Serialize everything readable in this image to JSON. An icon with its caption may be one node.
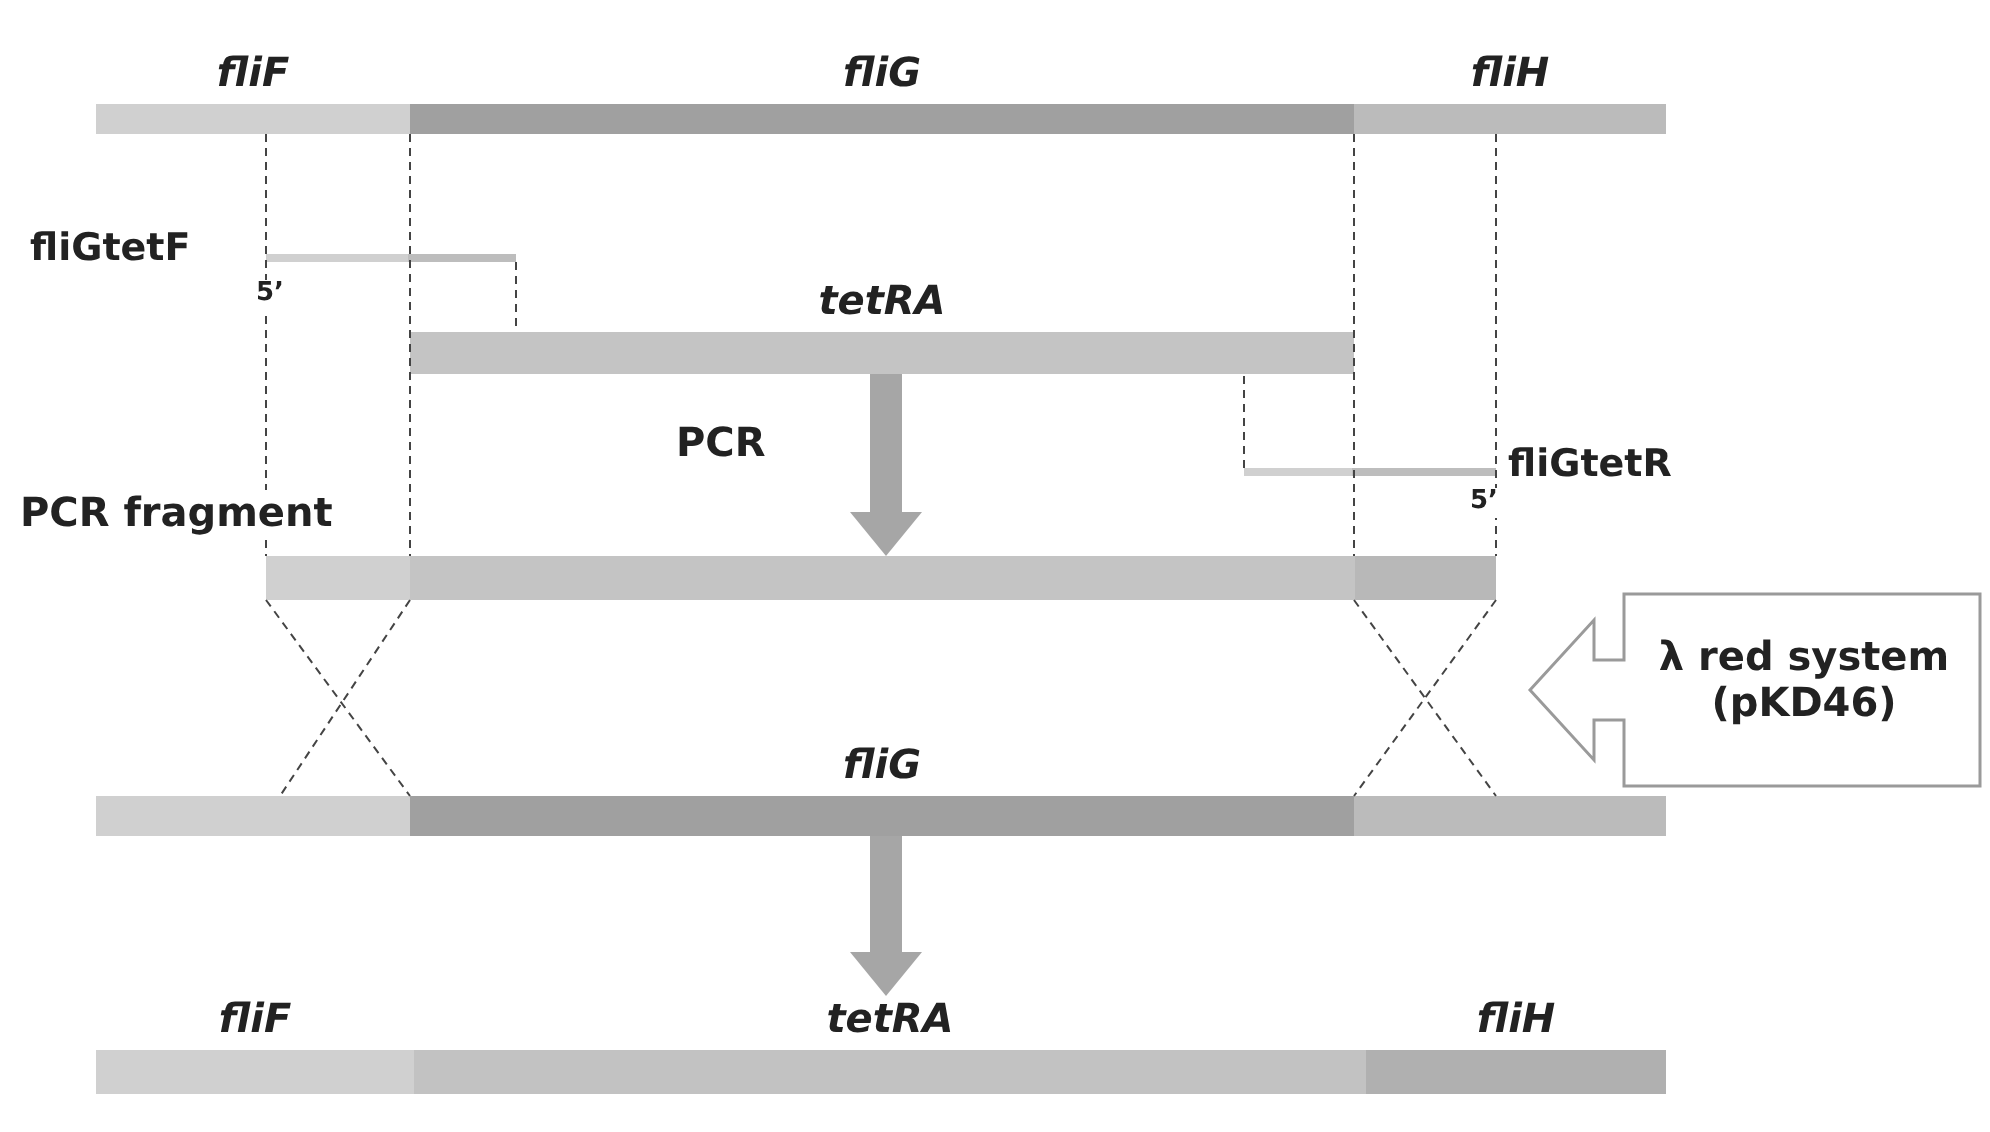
{
  "diagram": {
    "nodes": [
      {
        "text": [
          "fliF"
        ]
      },
      {
        "text": [
          "fliG"
        ]
      },
      {
        "text": [
          "fliH"
        ]
      },
      {
        "text": [
          "fliGtetF"
        ],
        "beside": [
          "5’"
        ]
      },
      {
        "text": [
          "tetRA"
        ]
      },
      {
        "text": [
          "fliGtetR"
        ],
        "beside": [
          "5’"
        ]
      },
      {
        "text": [
          "PCR fragment"
        ]
      },
      {
        "text": [],
        "shape": "bar"
      },
      {
        "text": [
          "fliG"
        ]
      },
      {
        "text": [],
        "shape": "bar"
      },
      {
        "text": [
          "fliF"
        ]
      },
      {
        "text": [
          "tetRA"
        ]
      },
      {
        "text": [
          "fliH"
        ]
      },
      {
        "text": [
          "λ red system (pKD46)"
        ]
      }
    ],
    "edges": [
      {
        "from": 3,
        "to": 4,
        "arrow": "none",
        "style": "dashed"
      },
      {
        "from": 5,
        "to": 4,
        "arrow": "none",
        "style": "dashed"
      },
      {
        "from": 4,
        "to": 6,
        "arrow": "to",
        "label": "PCR",
        "style": "thick",
        "color": "#a6a6a6"
      },
      {
        "from": 6,
        "to": 7,
        "arrow": "none",
        "style": "dashed"
      },
      {
        "from": 6,
        "to": 8,
        "arrow": "none",
        "style": "dashed"
      },
      {
        "from": 6,
        "to": 9,
        "arrow": "none",
        "style": "dashed"
      },
      {
        "from": 6,
        "to": 8,
        "arrow": "none",
        "style": "dashed"
      },
      {
        "from": 8,
        "to": 11,
        "arrow": "to",
        "style": "thick",
        "color": "#a6a6a6"
      },
      {
        "from": 0,
        "to": 6,
        "arrow": "none",
        "style": "dashed"
      },
      {
        "from": 0,
        "to": 6,
        "arrow": "none",
        "style": "dashed"
      },
      {
        "from": 2,
        "to": 6,
        "arrow": "none",
        "style": "dashed"
      },
      {
        "from": 2,
        "to": 6,
        "arrow": "none",
        "style": "dashed"
      }
    ]
  }
}
